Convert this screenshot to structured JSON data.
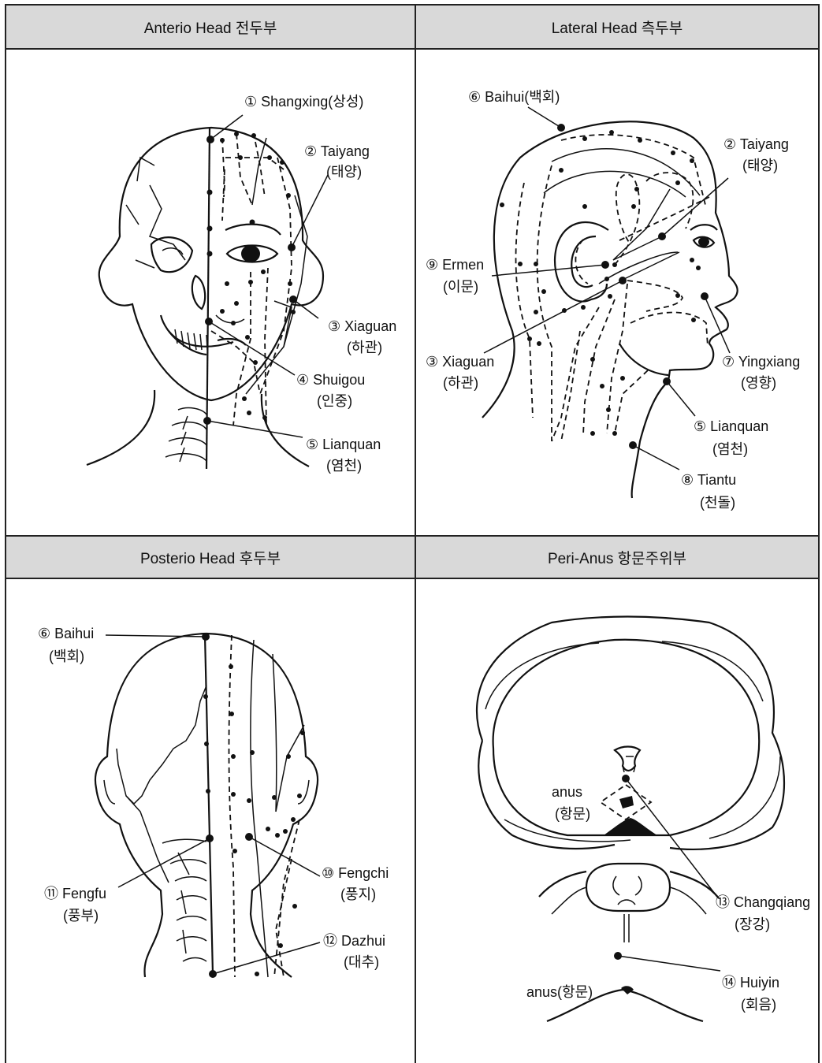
{
  "panels": {
    "anterior": {
      "title": "Anterio Head 전두부",
      "points": [
        {
          "num": "①",
          "name": "Shangxing",
          "kor": "(상성)"
        },
        {
          "num": "②",
          "name": "Taiyang",
          "kor": "(태양)"
        },
        {
          "num": "③",
          "name": "Xiaguan",
          "kor": "(하관)"
        },
        {
          "num": "④",
          "name": "Shuigou",
          "kor": "(인중)"
        },
        {
          "num": "⑤",
          "name": "Lianquan",
          "kor": "(염천)"
        }
      ]
    },
    "lateral": {
      "title": "Lateral Head  측두부",
      "points": [
        {
          "num": "⑥",
          "name": "Baihui",
          "kor": "(백회)"
        },
        {
          "num": "②",
          "name": "Taiyang",
          "kor": "(태양)"
        },
        {
          "num": "⑨",
          "name": "Ermen",
          "kor": "(이문)"
        },
        {
          "num": "③",
          "name": "Xiaguan",
          "kor": "(하관)"
        },
        {
          "num": "⑦",
          "name": "Yingxiang",
          "kor": "(영향)"
        },
        {
          "num": "⑤",
          "name": "Lianquan",
          "kor": "(염천)"
        },
        {
          "num": "⑧",
          "name": "Tiantu",
          "kor": "(천돌)"
        }
      ]
    },
    "posterior": {
      "title": "Posterio Head  후두부",
      "points": [
        {
          "num": "⑥",
          "name": "Baihui",
          "kor": "(백회)"
        },
        {
          "num": "⑩",
          "name": "Fengchi",
          "kor": "(풍지)"
        },
        {
          "num": "⑪",
          "name": "Fengfu",
          "kor": "(풍부)"
        },
        {
          "num": "⑫",
          "name": "Dazhui",
          "kor": "(대추)"
        }
      ]
    },
    "anus": {
      "title": "Peri-Anus  항문주위부",
      "points": [
        {
          "num": "",
          "name": "anus",
          "kor": "(항문)"
        },
        {
          "num": "⑬",
          "name": "Changqiang",
          "kor": "(장강)"
        },
        {
          "num": "⑭",
          "name": "Huiyin",
          "kor": "(회음)"
        },
        {
          "num": "",
          "name": "anus(항문)",
          "kor": ""
        }
      ]
    }
  },
  "colors": {
    "header_bg": "#d9d9d9",
    "line": "#111111",
    "background": "#ffffff"
  }
}
